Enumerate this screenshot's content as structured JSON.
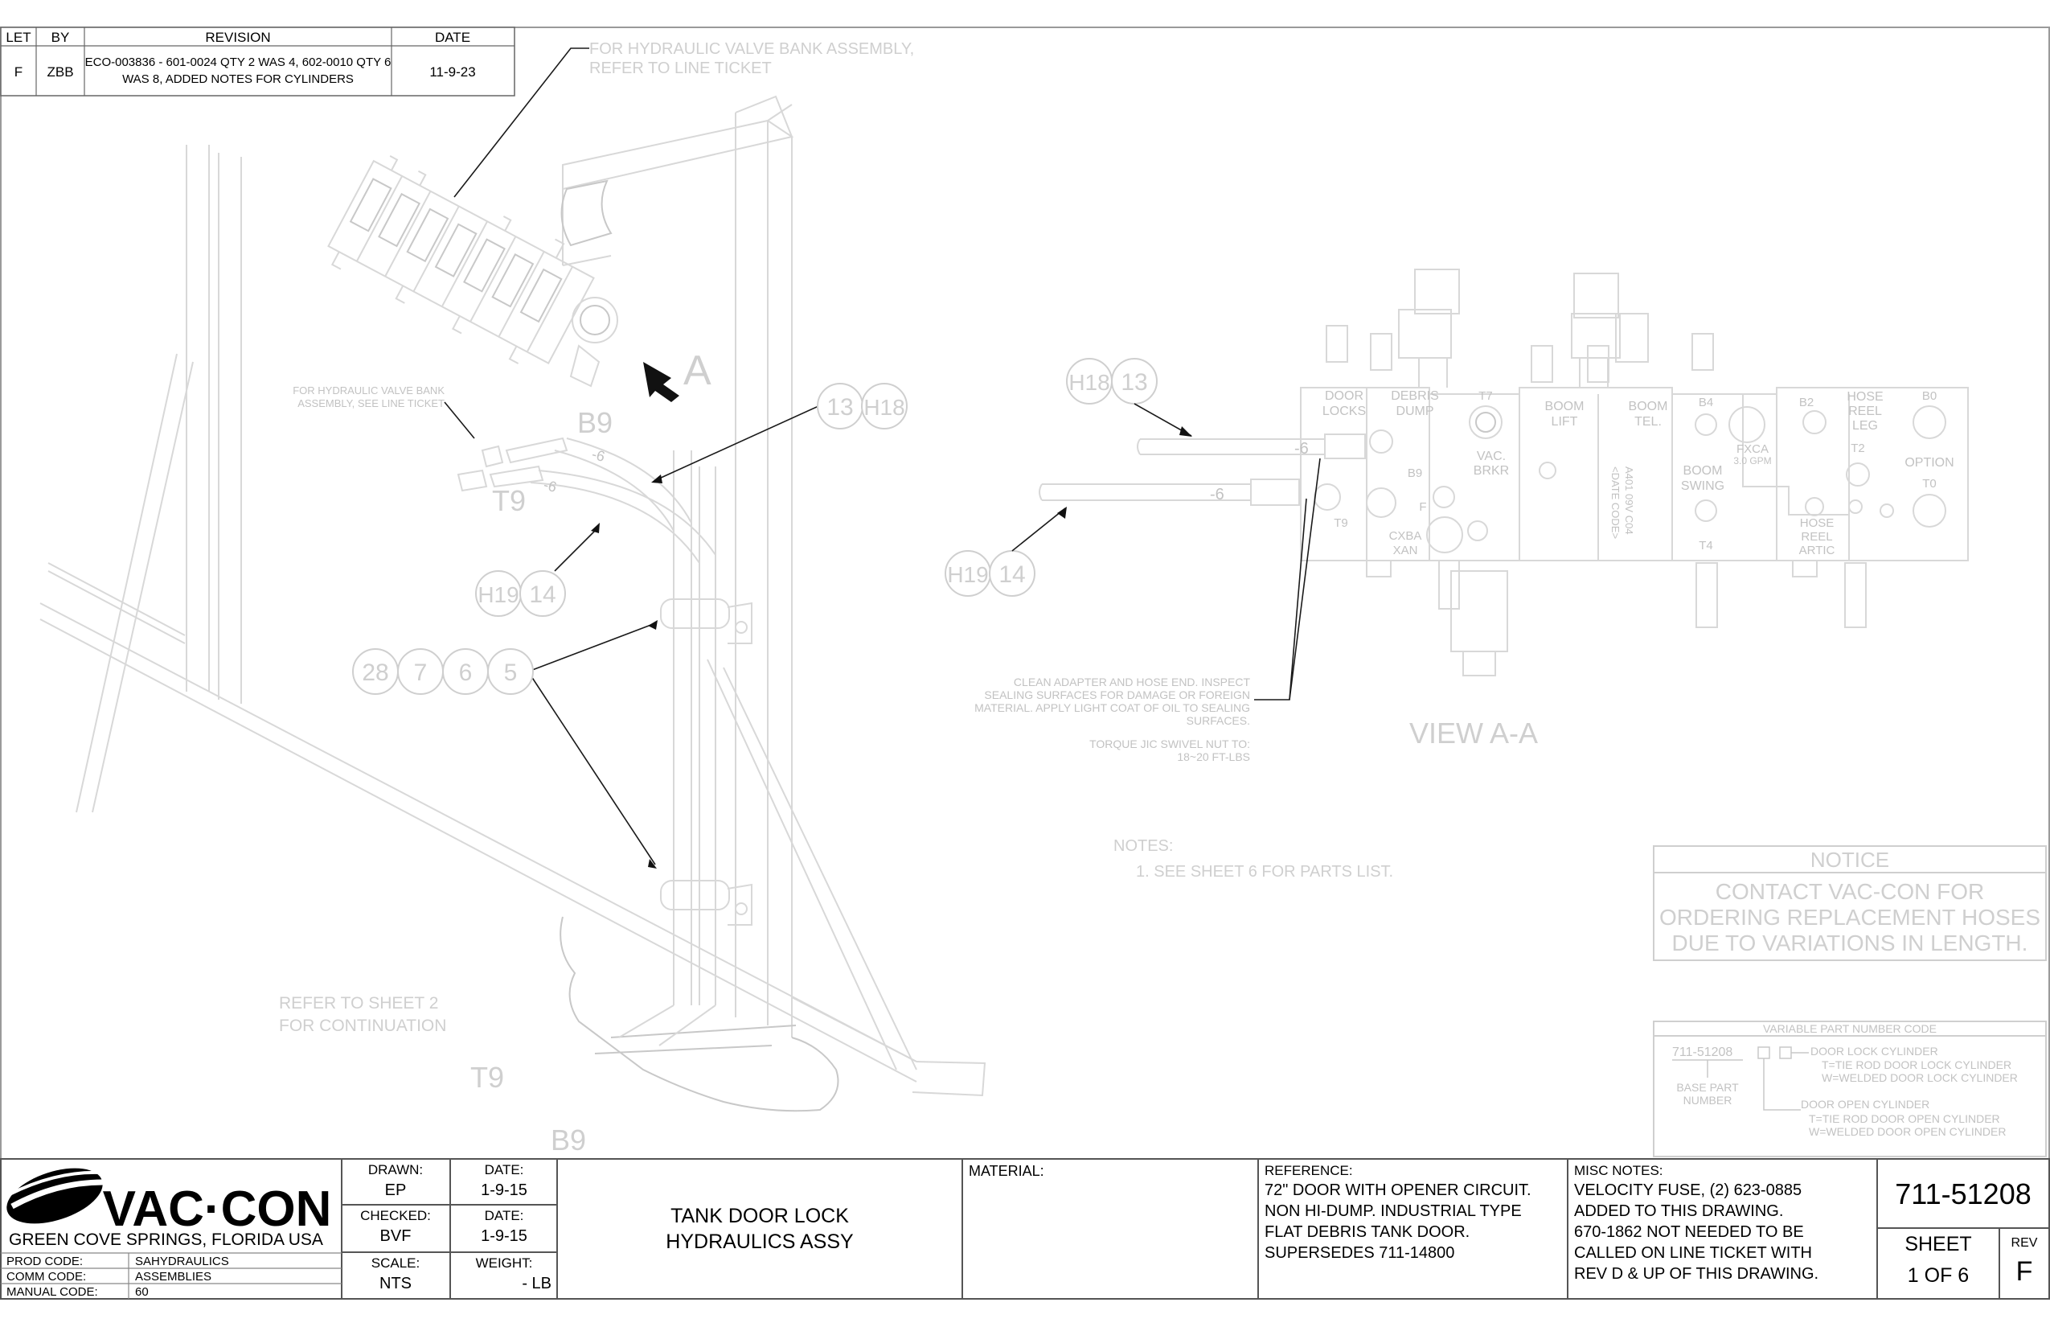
{
  "revision_block": {
    "headers": [
      "LET",
      "BY",
      "REVISION",
      "DATE"
    ],
    "row": {
      "let": "F",
      "by": "ZBB",
      "revision_line1": "ECO-003836 - 601-0024 QTY 2 WAS 4, 602-0010 QTY 6",
      "revision_line2": "WAS 8, ADDED NOTES FOR CYLINDERS",
      "date": "11-9-23"
    }
  },
  "drawing_notes": {
    "valve_bank_top_line1": "FOR HYDRAULIC VALVE BANK ASSEMBLY,",
    "valve_bank_top_line2": "REFER TO LINE TICKET",
    "valve_bank_side_line1": "FOR HYDRAULIC VALVE BANK",
    "valve_bank_side_line2": "ASSEMBLY, SEE LINE TICKET",
    "view_letter": "A",
    "refer_sheet_line1": "REFER TO SHEET 2",
    "refer_sheet_line2": "FOR CONTINUATION",
    "label_b9": "B9",
    "label_t9": "T9",
    "label_b9_bottom": "B9",
    "label_t9_bottom": "T9",
    "hose_mark": "-6",
    "view_title": "VIEW A-A",
    "clean_line1": "CLEAN ADAPTER AND HOSE END. INSPECT",
    "clean_line2": "SEALING SURFACES FOR DAMAGE OR FOREIGN",
    "clean_line3": "MATERIAL. APPLY LIGHT COAT OF OIL TO SEALING",
    "clean_line4": "SURFACES.",
    "torque_line1": "TORQUE JIC SWIVEL NUT TO:",
    "torque_line2": "18~20 FT-LBS",
    "notes_title": "NOTES:",
    "notes_item1": "1. SEE SHEET 6 FOR PARTS LIST."
  },
  "callouts": {
    "c_13": "13",
    "c_h18": "H18",
    "c_h19": "H19",
    "c_14": "14",
    "c_28": "28",
    "c_7": "7",
    "c_6": "6",
    "c_5": "5",
    "r_h18": "H18",
    "r_13": "13",
    "r_h19": "H19",
    "r_14": "14"
  },
  "valve_labels": {
    "door_locks_1": "DOOR",
    "door_locks_2": "LOCKS",
    "debris_dump_1": "DEBRIS",
    "debris_dump_2": "DUMP",
    "t7": "T7",
    "vac_brkr_1": "VAC.",
    "vac_brkr_2": "BRKR",
    "boom_lift_1": "BOOM",
    "boom_lift_2": "LIFT",
    "boom_tel_1": "BOOM",
    "boom_tel_2": "TEL.",
    "date_code_1": "<DATE CODE>",
    "date_code_2": "A401 09V C04",
    "b4": "B4",
    "fxca": "FXCA",
    "gpm": "3.0 GPM",
    "boom_swing_1": "BOOM",
    "boom_swing_2": "SWING",
    "t4": "T4",
    "b2": "B2",
    "hose_reel_leg_1": "HOSE",
    "hose_reel_leg_2": "REEL",
    "hose_reel_leg_3": "LEG",
    "b0": "B0",
    "t2": "T2",
    "option": "OPTION",
    "t0": "T0",
    "hose_reel_artic_1": "HOSE",
    "hose_reel_artic_2": "REEL",
    "hose_reel_artic_3": "ARTIC",
    "b9": "B9",
    "t9": "T9",
    "f": "F",
    "cxba_1": "CXBA",
    "cxba_2": "XAN"
  },
  "notice": {
    "title": "NOTICE",
    "line1": "CONTACT VAC-CON FOR",
    "line2": "ORDERING REPLACEMENT HOSES",
    "line3": "DUE TO VARIATIONS IN LENGTH."
  },
  "variable_part_code": {
    "title": "VARIABLE PART NUMBER CODE",
    "base": "711-51208",
    "base_label_1": "BASE PART",
    "base_label_2": "NUMBER",
    "door_lock_1": "DOOR LOCK CYLINDER",
    "door_lock_2": "T=TIE ROD DOOR LOCK CYLINDER",
    "door_lock_3": "W=WELDED DOOR LOCK CYLINDER",
    "door_open_1": "DOOR OPEN CYLINDER",
    "door_open_2": "T=TIE ROD DOOR OPEN CYLINDER",
    "door_open_3": "W=WELDED DOOR OPEN CYLINDER"
  },
  "title_block": {
    "logo_text": "VAC·CON",
    "location": "GREEN COVE SPRINGS, FLORIDA USA",
    "prod_code_label": "PROD CODE:",
    "prod_code": "SAHYDRAULICS",
    "comm_code_label": "COMM CODE:",
    "comm_code": "ASSEMBLIES",
    "manual_code_label": "MANUAL CODE:",
    "manual_code": "60",
    "drawn_label": "DRAWN:",
    "drawn": "EP",
    "drawn_date_label": "DATE:",
    "drawn_date": "1-9-15",
    "checked_label": "CHECKED:",
    "checked": "BVF",
    "checked_date_label": "DATE:",
    "checked_date": "1-9-15",
    "scale_label": "SCALE:",
    "scale": "NTS",
    "weight_label": "WEIGHT:",
    "weight": "- LB",
    "title_line1": "TANK DOOR LOCK",
    "title_line2": "HYDRAULICS ASSY",
    "material_label": "MATERIAL:",
    "reference_label": "REFERENCE:",
    "reference_1": "72\" DOOR WITH OPENER CIRCUIT.",
    "reference_2": "NON HI-DUMP. INDUSTRIAL TYPE",
    "reference_3": "FLAT DEBRIS TANK DOOR.",
    "reference_4": "SUPERSEDES 711-14800",
    "misc_label": "MISC NOTES:",
    "misc_1": "VELOCITY  FUSE, (2) 623-0885",
    "misc_2": "ADDED  TO  THIS  DRAWING.",
    "misc_3": "670-1862  NOT  NEEDED  TO  BE",
    "misc_4": "CALLED  ON   LINE  TICKET  WITH",
    "misc_5": "REV  D  &  UP  OF  THIS  DRAWING.",
    "part_number": "711-51208",
    "sheet_label": "SHEET",
    "sheet_value": "1 OF 6",
    "rev_label": "REV",
    "rev_value": "F"
  }
}
